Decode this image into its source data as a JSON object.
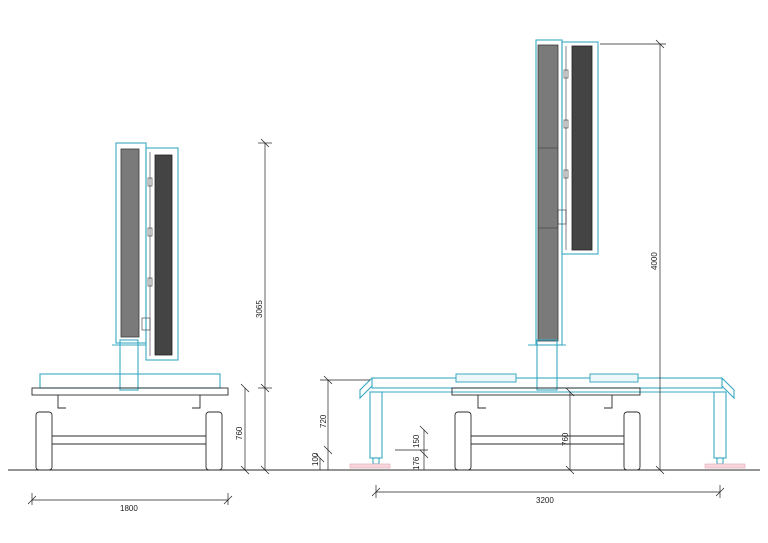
{
  "dimensions": {
    "left_height": "3065",
    "left_table": "760",
    "left_width": "1800",
    "right_height": "4000",
    "right_table": "760",
    "right_width": "3200",
    "right_leg": "720",
    "foot_100": "100",
    "foot_176": "176",
    "foot_150": "150"
  }
}
